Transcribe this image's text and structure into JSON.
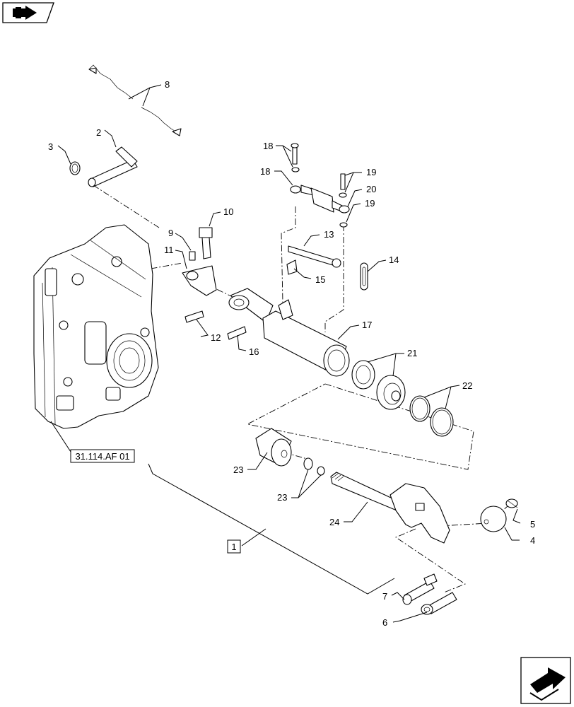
{
  "diagram": {
    "reference_label": "31.114.AF 01",
    "assembly_label": "1",
    "callouts": [
      "2",
      "3",
      "4",
      "5",
      "6",
      "7",
      "8",
      "9",
      "10",
      "11",
      "12",
      "13",
      "14",
      "15",
      "16",
      "17",
      "18",
      "18",
      "19",
      "19",
      "20",
      "21",
      "22",
      "23",
      "23",
      "24"
    ]
  },
  "icons": {
    "top_left": "book-arrow-icon",
    "bottom_right": "next-page-arrow-icon"
  }
}
